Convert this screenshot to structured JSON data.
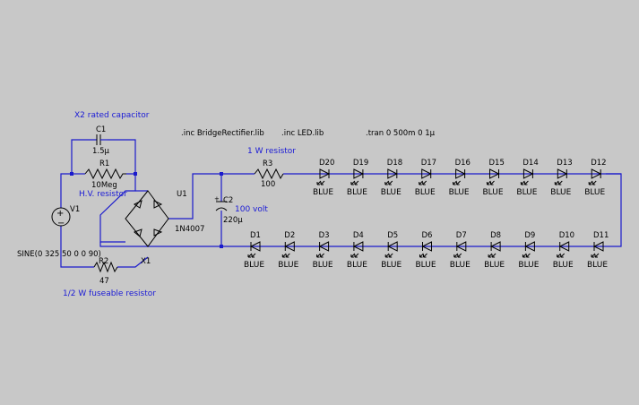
{
  "directives": [
    ".inc BridgeRectifier.lib",
    ".inc LED.lib",
    ".tran 0 500m 0 1µ"
  ],
  "annotations": {
    "x2_cap": "X2 rated capacitor",
    "hv_res": "H.V. resistor",
    "r3_note": "1 W resistor",
    "c2_note": "100 volt",
    "r2_note": "1/2 W fuseable resistor"
  },
  "components": {
    "C1": {
      "ref": "C1",
      "value": "1.5µ"
    },
    "R1": {
      "ref": "R1",
      "value": "10Meg"
    },
    "V1": {
      "ref": "V1",
      "value": "SINE(0 325 50 0 0 90)"
    },
    "R2": {
      "ref": "R2",
      "value": "47"
    },
    "U1": {
      "ref": "U1",
      "value": "1N4007"
    },
    "X1": {
      "ref": "X1"
    },
    "C2": {
      "ref": "C2",
      "value": "220µ"
    },
    "R3": {
      "ref": "R3",
      "value": "100"
    }
  },
  "leds_top": [
    "D20",
    "D19",
    "D18",
    "D17",
    "D16",
    "D15",
    "D14",
    "D13",
    "D12"
  ],
  "leds_bottom": [
    "D1",
    "D2",
    "D3",
    "D4",
    "D5",
    "D6",
    "D7",
    "D8",
    "D9",
    "D10",
    "D11"
  ],
  "led_value": "BLUE"
}
